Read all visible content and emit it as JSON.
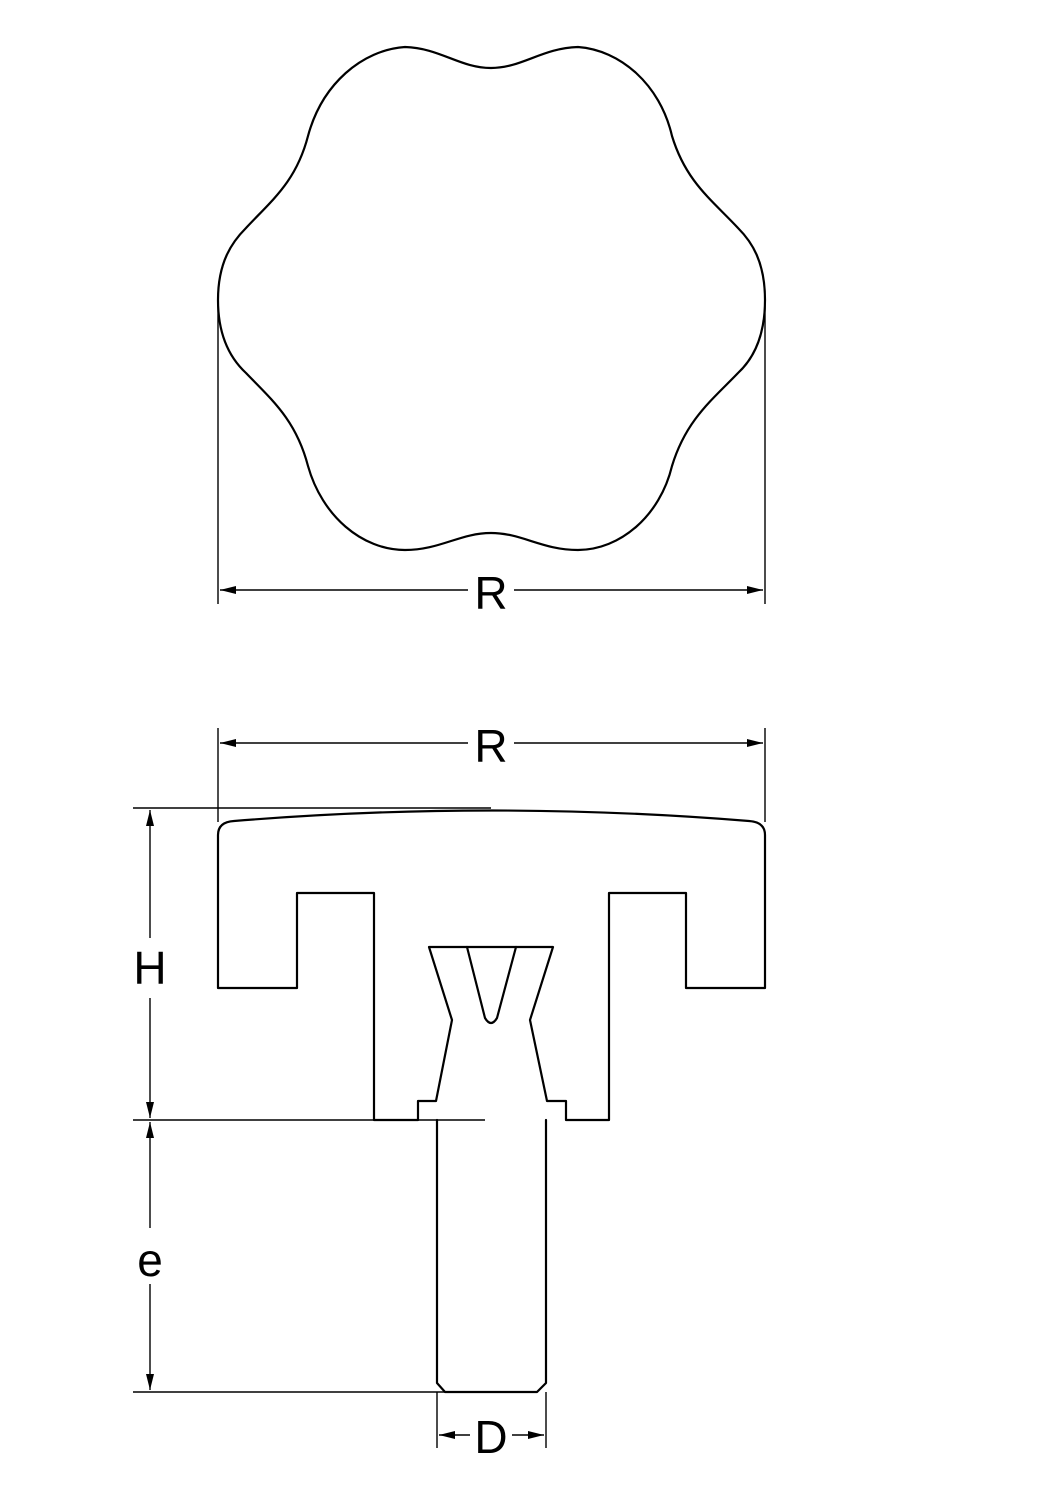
{
  "labels": {
    "top_width": "R",
    "side_width": "R",
    "height": "H",
    "stud_length": "e",
    "stud_diameter": "D"
  }
}
